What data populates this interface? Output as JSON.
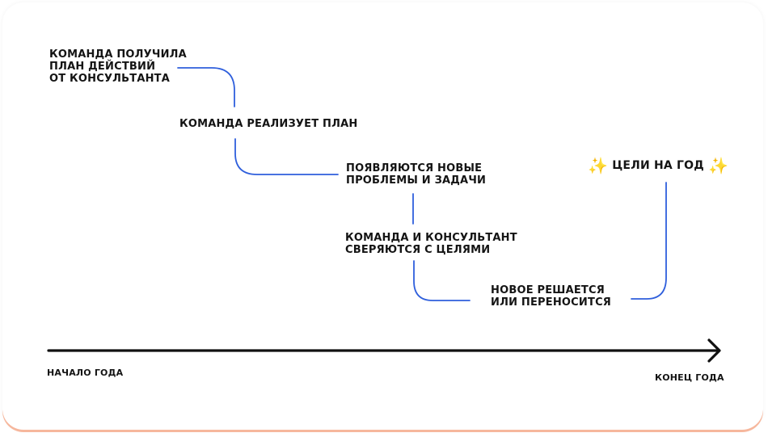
{
  "steps": [
    {
      "lines": [
        "Команда получила",
        "план действий",
        "от консультанта"
      ]
    },
    {
      "lines": [
        "Команда реализует план"
      ]
    },
    {
      "lines": [
        "Появляются новые",
        "проблемы и задачи"
      ]
    },
    {
      "lines": [
        "Команда и консультант",
        "сверяются с целями"
      ]
    },
    {
      "lines": [
        "Новое решается",
        "или переносится"
      ]
    }
  ],
  "goal": {
    "label": "Цели на год",
    "icon": "sparkles-icon"
  },
  "axis": {
    "start_label": "НАЧАЛО ГОДА",
    "end_label": "КОНЕЦ ГОДА"
  },
  "colors": {
    "connector": "#2f5fdc",
    "axis": "#111111",
    "text": "#141414",
    "sparkle": "#f5b400"
  }
}
